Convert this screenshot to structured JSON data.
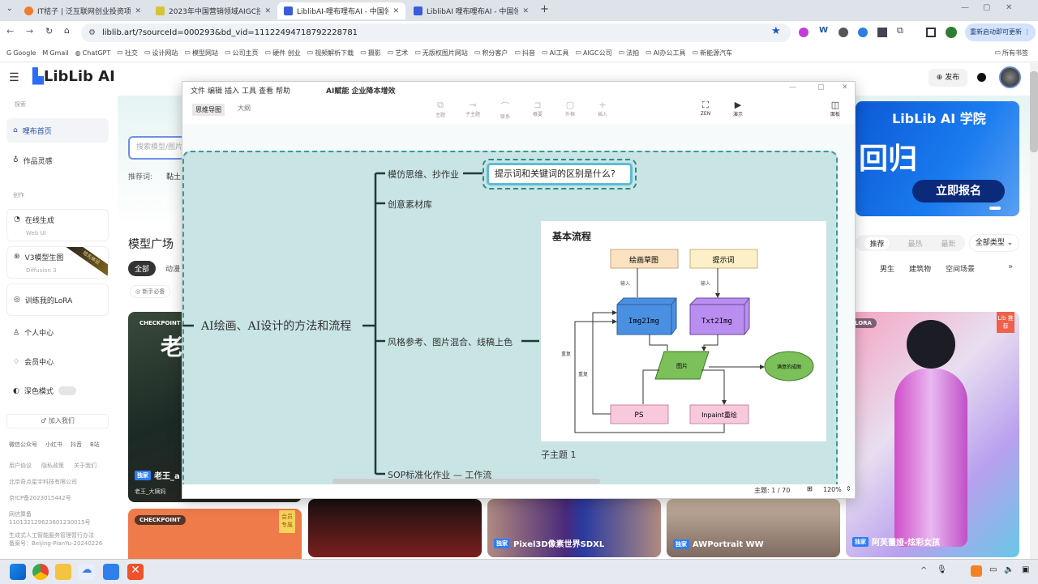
{
  "browser": {
    "tabs": [
      {
        "label": "IT桔子 | 泛互联网创业投资项目",
        "icon": "orange-dot-icon",
        "color": "#f07b2a"
      },
      {
        "label": "2023年中国营销领域AIGC技术",
        "icon": "r-icon",
        "color": "#d6c435"
      },
      {
        "label": "LiblibAI-哩布哩布AI - 中国领先",
        "icon": "liblib-icon",
        "color": "#3b5bdb",
        "active": true
      },
      {
        "label": "LiblibAI 哩布哩布AI - 中国领先",
        "icon": "liblib-icon",
        "color": "#3b5bdb"
      }
    ],
    "url": "liblib.art/?sourceId=000293&bd_vid=11122494718792228781",
    "update_label": "重新启动即可更新",
    "bookmarks": [
      "Google",
      "Gmail",
      "ChatGPT",
      "社交",
      "设计网站",
      "模型网站",
      "公司主页",
      "硬件 创业",
      "视频解析下载",
      "摄影",
      "艺术",
      "无版权图片网站",
      "积分客户",
      "抖音",
      "AI工具",
      "AIGC公司",
      "法拍",
      "AI办公工具",
      "新能源汽车"
    ],
    "all_bookmarks": "所有书签"
  },
  "site": {
    "logo": "LibLib AI",
    "publish": "发布",
    "sidebar": {
      "section_explore": "探索",
      "items": [
        {
          "label": "哩布首页",
          "icon": "home-icon",
          "active": true
        },
        {
          "label": "作品灵感",
          "icon": "bulb-icon"
        }
      ],
      "section_create": "创作",
      "create": [
        {
          "label": "在线生成",
          "sub": "Web UI",
          "icon": "palette-icon"
        },
        {
          "label": "V3模型生图",
          "sub": "Diffusion 3",
          "icon": "wheel-icon",
          "ribbon": "抢先体验"
        },
        {
          "label": "训练我的LoRA",
          "icon": "target-icon"
        }
      ],
      "items2": [
        {
          "label": "个人中心",
          "icon": "user-icon"
        },
        {
          "label": "会员中心",
          "icon": "diamond-icon"
        },
        {
          "label": "深色模式",
          "icon": "moon-icon"
        }
      ],
      "join": "加入我们",
      "social": [
        "微信公众号",
        "小红书",
        "抖音",
        "B站"
      ],
      "links": [
        "用户协议",
        "隐私政策",
        "关于我们"
      ],
      "company": "北京奇点星宇科技有限公司",
      "icp": "京ICP备2023015442号",
      "police": "网信算备",
      "police_no": "110132129623601230015号",
      "ai_reg": "生成式人工智能服务管理暂行办法",
      "ai_reg_no": "备案号：Beijing-PianYu-20240226"
    },
    "search_placeholder": "搜索模型/图片",
    "recommend_label": "推荐词:",
    "recommend_word": "黏土",
    "section_title": "模型广场",
    "filter_all": "全部",
    "filter_anime": "动漫",
    "newbie": "新手必备",
    "sort_tabs": [
      "推荐",
      "最热",
      "最新"
    ],
    "type_select": "全部类型",
    "categories": [
      "男生",
      "建筑物",
      "空间场景"
    ],
    "banner": {
      "brand": "LibLib AI 学院",
      "big": "回归",
      "cta": "立即报名"
    },
    "cards": [
      {
        "badge": "CHECKPOINT",
        "big": "老",
        "exclusive": "独家",
        "title": "老王_a",
        "author": "老王_大姨妈"
      },
      {
        "badge": "LORA",
        "corner": "Lib 推荐",
        "exclusive": "独家",
        "title": "阿芙蕾娅-炫彩女孩"
      },
      {
        "badge": "CHECKPOINT",
        "corner": "会员专属"
      },
      {},
      {
        "exclusive": "独家",
        "title": "Pixel3D像素世界SDXL"
      },
      {
        "exclusive": "独家",
        "title": "AWPortrait WW"
      }
    ]
  },
  "mindmap": {
    "menu": [
      "文件",
      "编辑",
      "插入",
      "工具",
      "查看",
      "帮助"
    ],
    "ai_menu": "AI赋能 企业降本增效",
    "view_tabs": [
      "思维导图",
      "大纲"
    ],
    "tools": [
      {
        "label": "主题",
        "icon": "topic-icon"
      },
      {
        "label": "子主题",
        "icon": "subtopic-icon"
      },
      {
        "label": "联系",
        "icon": "relation-icon"
      },
      {
        "label": "概要",
        "icon": "summary-icon"
      },
      {
        "label": "外框",
        "icon": "boundary-icon"
      },
      {
        "label": "插入",
        "icon": "plus-icon"
      }
    ],
    "right_tools": [
      {
        "label": "ZEN",
        "icon": "fullscreen-icon"
      },
      {
        "label": "演示",
        "icon": "present-icon"
      },
      {
        "label": "面板",
        "icon": "panel-icon"
      }
    ],
    "root": "AI绘画、AI设计的方法和流程",
    "branches": [
      "模仿思维、抄作业",
      "创意素材库",
      "风格参考、图片混合、线稿上色",
      "SOP标准化作业 — 工作流"
    ],
    "selected_node": "提示词和关键词的区别是什么?",
    "subtopic": "子主题 1",
    "flow": {
      "title": "基本流程",
      "sketch": "绘画草图",
      "prompt": "提示词",
      "input": "输入",
      "img2img": "Img2Img",
      "txt2img": "Txt2Img",
      "image": "图片",
      "result": "满意的成图",
      "ps": "PS",
      "inpaint": "Inpaint重绘",
      "repeat": "重复"
    },
    "status": {
      "topics": "主题: 1 / 70",
      "zoom": "120%"
    }
  }
}
